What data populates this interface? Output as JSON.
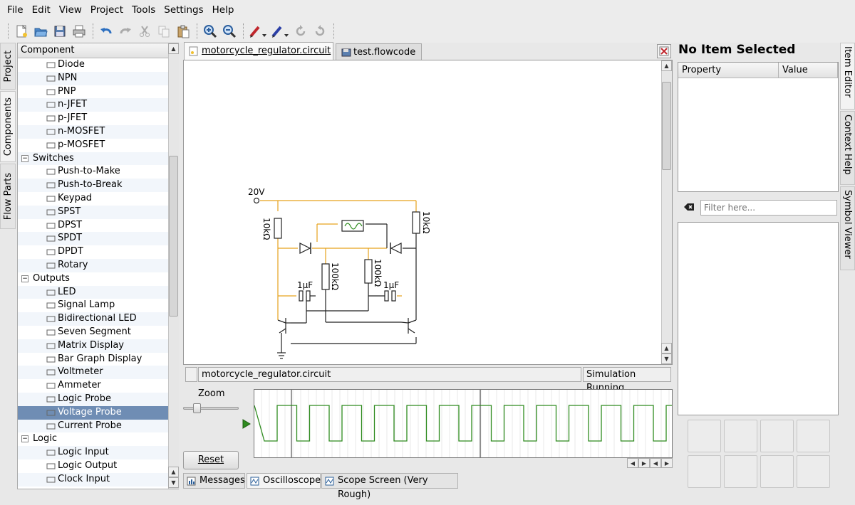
{
  "menu": [
    "File",
    "Edit",
    "View",
    "Project",
    "Tools",
    "Settings",
    "Help"
  ],
  "left_tabs": [
    "Project",
    "Components",
    "Flow Parts"
  ],
  "components": {
    "header": "Component",
    "items": [
      {
        "label": "Diode",
        "icon": "diode-icon",
        "kind": "item"
      },
      {
        "label": "NPN",
        "icon": "npn-transistor-icon",
        "kind": "item"
      },
      {
        "label": "PNP",
        "icon": "pnp-transistor-icon",
        "kind": "item"
      },
      {
        "label": "n-JFET",
        "icon": "njfet-icon",
        "kind": "item"
      },
      {
        "label": "p-JFET",
        "icon": "pjfet-icon",
        "kind": "item"
      },
      {
        "label": "n-MOSFET",
        "icon": "nmosfet-icon",
        "kind": "item"
      },
      {
        "label": "p-MOSFET",
        "icon": "pmosfet-icon",
        "kind": "item"
      },
      {
        "label": "Switches",
        "icon": "",
        "kind": "cat"
      },
      {
        "label": "Push-to-Make",
        "icon": "push-to-make-icon",
        "kind": "item"
      },
      {
        "label": "Push-to-Break",
        "icon": "push-to-break-icon",
        "kind": "item"
      },
      {
        "label": "Keypad",
        "icon": "keypad-icon",
        "kind": "item"
      },
      {
        "label": "SPST",
        "icon": "spst-icon",
        "kind": "item"
      },
      {
        "label": "DPST",
        "icon": "dpst-icon",
        "kind": "item"
      },
      {
        "label": "SPDT",
        "icon": "spdt-icon",
        "kind": "item"
      },
      {
        "label": "DPDT",
        "icon": "dpdt-icon",
        "kind": "item"
      },
      {
        "label": "Rotary",
        "icon": "rotary-switch-icon",
        "kind": "item"
      },
      {
        "label": "Outputs",
        "icon": "",
        "kind": "cat"
      },
      {
        "label": "LED",
        "icon": "led-icon",
        "kind": "item"
      },
      {
        "label": "Signal Lamp",
        "icon": "signal-lamp-icon",
        "kind": "item"
      },
      {
        "label": "Bidirectional LED",
        "icon": "bidirectional-led-icon",
        "kind": "item"
      },
      {
        "label": "Seven Segment",
        "icon": "seven-segment-icon",
        "kind": "item"
      },
      {
        "label": "Matrix Display",
        "icon": "matrix-display-icon",
        "kind": "item"
      },
      {
        "label": "Bar Graph Display",
        "icon": "bar-graph-icon",
        "kind": "item"
      },
      {
        "label": "Voltmeter",
        "icon": "voltmeter-icon",
        "kind": "item"
      },
      {
        "label": "Ammeter",
        "icon": "ammeter-icon",
        "kind": "item"
      },
      {
        "label": "Logic Probe",
        "icon": "logic-probe-icon",
        "kind": "item"
      },
      {
        "label": "Voltage Probe",
        "icon": "voltage-probe-icon",
        "kind": "item",
        "selected": true
      },
      {
        "label": "Current Probe",
        "icon": "current-probe-icon",
        "kind": "item"
      },
      {
        "label": "Logic",
        "icon": "",
        "kind": "cat"
      },
      {
        "label": "Logic Input",
        "icon": "logic-input-icon",
        "kind": "item"
      },
      {
        "label": "Logic Output",
        "icon": "logic-output-icon",
        "kind": "item"
      },
      {
        "label": "Clock Input",
        "icon": "clock-input-icon",
        "kind": "item"
      }
    ]
  },
  "tabs": [
    {
      "label": "motorcycle_regulator.circuit",
      "active": true
    },
    {
      "label": "test.flowcode",
      "active": false
    }
  ],
  "circuit": {
    "labels": [
      "20V",
      "10kΩ",
      "10kΩ",
      "100kΩ",
      "100kΩ",
      "1μF",
      "1μF"
    ]
  },
  "status": {
    "file": "motorcycle_regulator.circuit",
    "state": "Simulation Running"
  },
  "scope": {
    "zoom_label": "Zoom",
    "reset_label": "Reset",
    "trace_color": "#2e8b1e",
    "zoom_fraction": 0.2
  },
  "bottom_tabs": [
    "Messages",
    "Oscilloscope",
    "Scope Screen (Very Rough)"
  ],
  "right_panel": {
    "title": "No Item Selected",
    "columns": [
      "Property",
      "Value"
    ],
    "filter_placeholder": "Filter here..."
  },
  "right_tabs": [
    "Item Editor",
    "Context Help",
    "Symbol Viewer"
  ],
  "colors": {
    "wire_active": "#e7a21c",
    "wire": "#222222",
    "selection": "#6f8db4"
  }
}
